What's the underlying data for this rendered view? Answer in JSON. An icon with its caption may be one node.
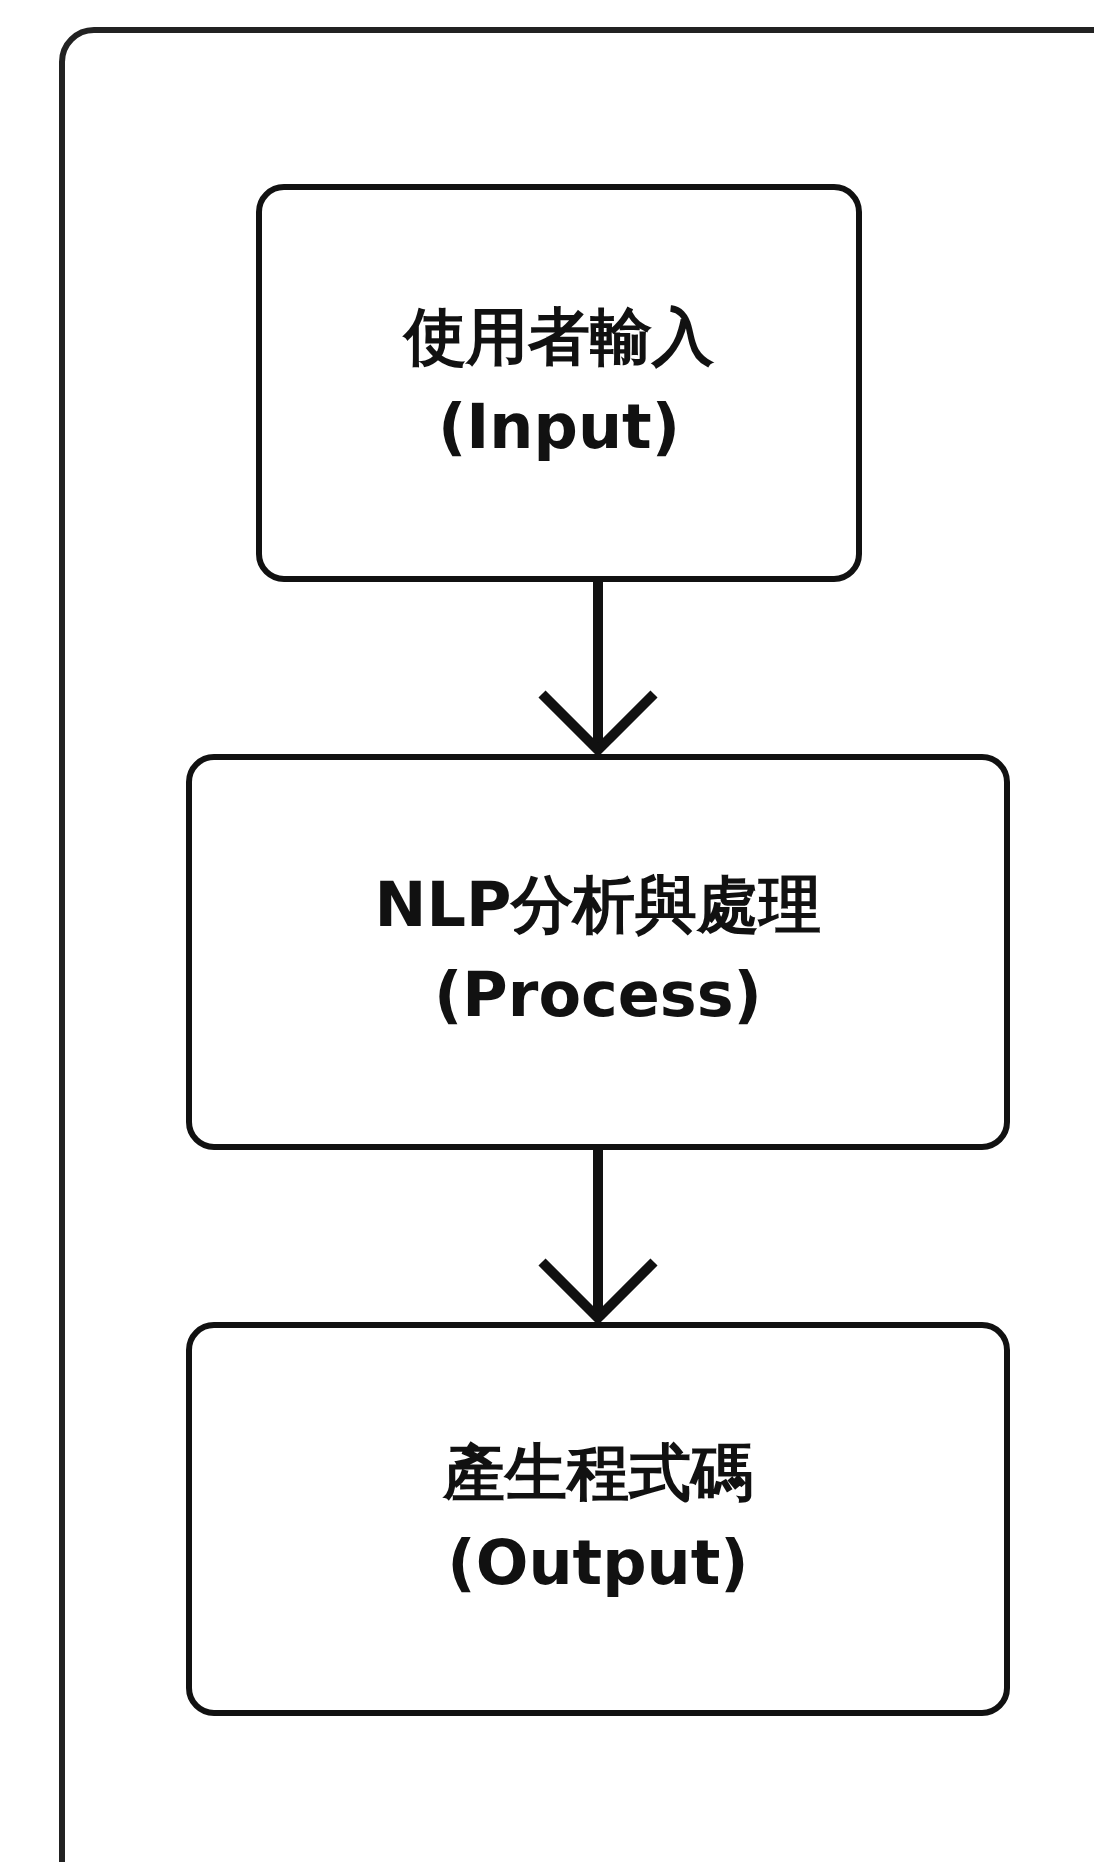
{
  "diagram": {
    "nodes": [
      {
        "text": [
          "使用者輸入",
          "(Input)"
        ]
      },
      {
        "text": [
          "NLP分析與處理",
          "(Process)"
        ]
      },
      {
        "text": [
          "產生程式碼",
          "(Output)"
        ]
      }
    ],
    "edges": [
      {
        "from": 0,
        "to": 1,
        "arrow": "to"
      },
      {
        "from": 1,
        "to": 2,
        "arrow": "to"
      }
    ]
  }
}
